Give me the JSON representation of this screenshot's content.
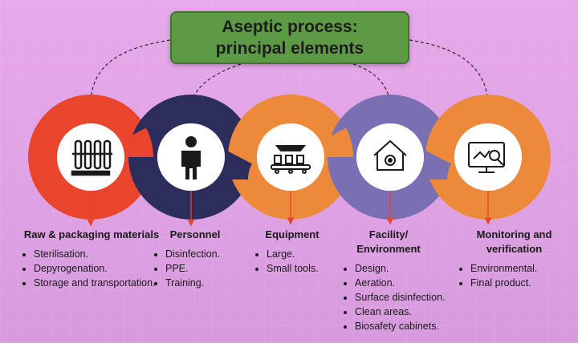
{
  "title": "Aseptic process: principal elements",
  "colors": {
    "red": "#e8452c",
    "navy": "#2c2d5c",
    "orange": "#ec8a3a",
    "purple": "#7b6fb3",
    "title_bg": "#5d9a45",
    "background": "#e2a6e6"
  },
  "elements": [
    {
      "icon": "test-tubes-icon",
      "title": "Raw & packaging materials",
      "items": [
        "Sterilisation.",
        "Depyrogenation.",
        "Storage and transportation."
      ]
    },
    {
      "icon": "person-icon",
      "title": "Personnel",
      "items": [
        "Disinfection.",
        "PPE.",
        "Training."
      ]
    },
    {
      "icon": "conveyor-icon",
      "title": "Equipment",
      "items": [
        "Large.",
        "Small tools."
      ]
    },
    {
      "icon": "house-gear-icon",
      "title": "Facility/ Environment",
      "items": [
        "Design.",
        "Aeration.",
        "Surface disinfection.",
        "Clean areas.",
        "Biosafety cabinets."
      ]
    },
    {
      "icon": "monitor-magnifier-icon",
      "title": "Monitoring and verification",
      "items": [
        "Environmental.",
        "Final product."
      ]
    }
  ]
}
